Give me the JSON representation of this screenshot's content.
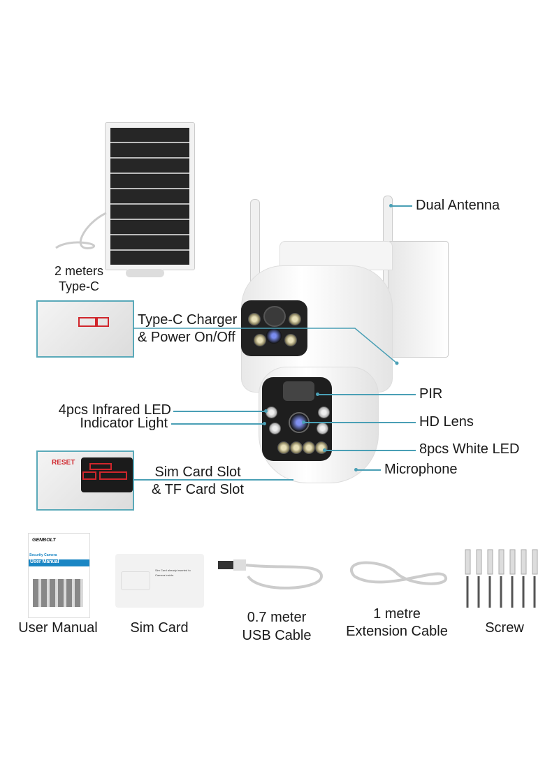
{
  "solar_panel": {
    "cable_label_line1": "2 meters",
    "cable_label_line2": "Type-C"
  },
  "callouts": {
    "dual_antenna": "Dual Antenna",
    "typec_line1": "Type-C Charger",
    "typec_line2": "& Power On/Off",
    "pir": "PIR",
    "hd_lens": "HD Lens",
    "white_led": "8pcs White LED",
    "microphone": "Microphone",
    "infrared_led": "4pcs Infrared LED",
    "indicator_light": "Indicator Light",
    "sim_line1": "Sim Card Slot",
    "sim_line2": "& TF Card Slot",
    "reset": "RESET"
  },
  "accessories": {
    "manual": {
      "label": "User Manual",
      "brand": "GENBOLT",
      "subtitle": "Security Camera",
      "title": "User Manual"
    },
    "sim": {
      "label": "Sim Card",
      "note": "Sim Card already inserted to Camera inside."
    },
    "usb": {
      "label_line1": "0.7 meter",
      "label_line2": "USB Cable"
    },
    "extension": {
      "label_line1": "1 metre",
      "label_line2": "Extension Cable"
    },
    "screw": {
      "label": "Screw"
    }
  },
  "colors": {
    "callout_line": "#4a9fb5",
    "inset_border": "#5aa9b9",
    "manual_banner": "#1a86c4",
    "highlight": "#d0262c"
  }
}
